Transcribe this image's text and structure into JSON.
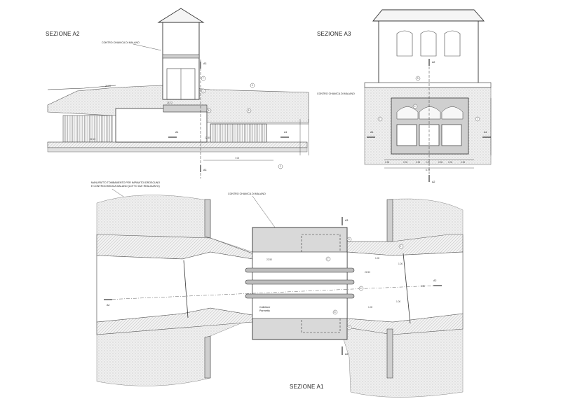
{
  "sections": {
    "a2": {
      "title": "SEZIONE A2",
      "note": "CONTRO CHIAVICA DI MALANO"
    },
    "a3": {
      "title": "SEZIONE A3",
      "note": "CONTRO CHIAVICA DI MALANO"
    },
    "a1": {
      "title": "SEZIONE A1",
      "note_left_1": "MANUFATTO TOMBAMENTO PER IMPIANTO IDROSCUNO",
      "note_left_2": "E CONTROCHIAVICA MALANO (LOTTO GIA' REALIZZATO)",
      "note_top": "CONTRO CHIAVICA DI MALANO",
      "collector_1": "Collettore",
      "collector_2": "Parmetta"
    }
  },
  "markers": {
    "a1": "A1",
    "a2": "A2",
    "a3": "A3"
  },
  "callouts": [
    "1",
    "2",
    "3",
    "4",
    "5",
    "6",
    "7"
  ],
  "elevations": {
    "a2_top": "26.80",
    "a2_mid": "24.72",
    "a2_low": "22.50",
    "a2_base": "22.10",
    "plan_level_1": "22.50",
    "plan_level_2": "22.50"
  },
  "dimensions": {
    "a2_bottom": "7.00",
    "a3_total": "6.70",
    "a3_parts": [
      "0.35",
      "2.00",
      "0.35",
      "2.00",
      "0.35",
      "2.00",
      "0.35"
    ],
    "plan_1": "1.00",
    "plan_2": "1.00",
    "plan_3": "4.50",
    "plan_4": "1.00",
    "plan_5": "1.00"
  },
  "colors": {
    "line": "#333333",
    "fill_grey": "#d9d9d9",
    "ground": "#e6e6e6"
  }
}
